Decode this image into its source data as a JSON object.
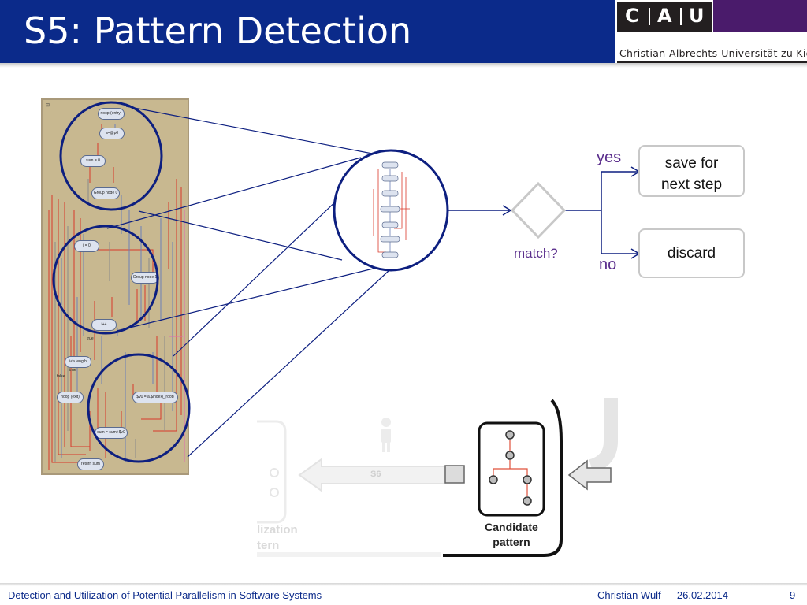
{
  "slide": {
    "title": "S5: Pattern Detection",
    "logo_letters": [
      "C",
      "A",
      "U"
    ],
    "logo_subtitle": "Christian-Albrechts-Universität zu Kiel",
    "footer_left": "Detection and Utilization of Potential Parallelism in Software Systems",
    "footer_right": "Christian Wulf — 26.02.2014",
    "page_number": "9"
  },
  "graph_nodes": [
    {
      "label": "noop (entry)"
    },
    {
      "label": "a=@p0"
    },
    {
      "label": "sum = 0"
    },
    {
      "label": "Group node 0"
    },
    {
      "label": "i = 0"
    },
    {
      "label": "Group node 1"
    },
    {
      "label": "i++"
    },
    {
      "label": "i<a.length"
    },
    {
      "label": "noop (exit)"
    },
    {
      "label": "$v0 = a.$index(_root)"
    },
    {
      "label": "sum = sum+$v0"
    },
    {
      "label": "return sum"
    }
  ],
  "graph_edge_labels": [
    "true",
    "true",
    "false"
  ],
  "decision": {
    "label": "match?",
    "yes": "yes",
    "no": "no"
  },
  "outcomes": {
    "save_line1": "save for",
    "save_line2": "next step",
    "discard": "discard"
  },
  "pipeline": {
    "candidate_line1": "Candidate",
    "candidate_line2": "pattern",
    "step_label": "S6",
    "faded_line1": "lization",
    "faded_line2": "tern"
  },
  "colors": {
    "title_bar": "#0b2a8a",
    "circle_stroke": "#0d1f80",
    "decision_text": "#5a2d8c",
    "graph_panel": "#c8b890"
  }
}
